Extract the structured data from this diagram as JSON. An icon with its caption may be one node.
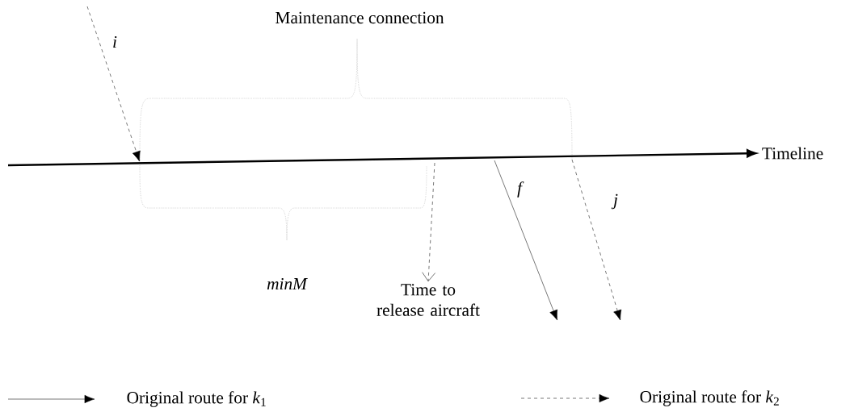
{
  "diagram": {
    "nodes": [
      {
        "text": [
          "Timeline"
        ]
      },
      {
        "text": [
          "Time to release aircraft"
        ]
      }
    ],
    "edges": [
      {
        "from": null,
        "to": 0,
        "arrow": "to",
        "style": "thick"
      },
      {
        "from": null,
        "to": 1,
        "arrow": "to",
        "style": "dashed"
      }
    ],
    "labels": [
      "Maintenance connection",
      "i",
      "minM",
      "f",
      "j"
    ],
    "legend": [
      {
        "text": "Original route for *k*$_{1}$"
      },
      {
        "text": "Original route for *k*$_{2}$"
      }
    ]
  }
}
